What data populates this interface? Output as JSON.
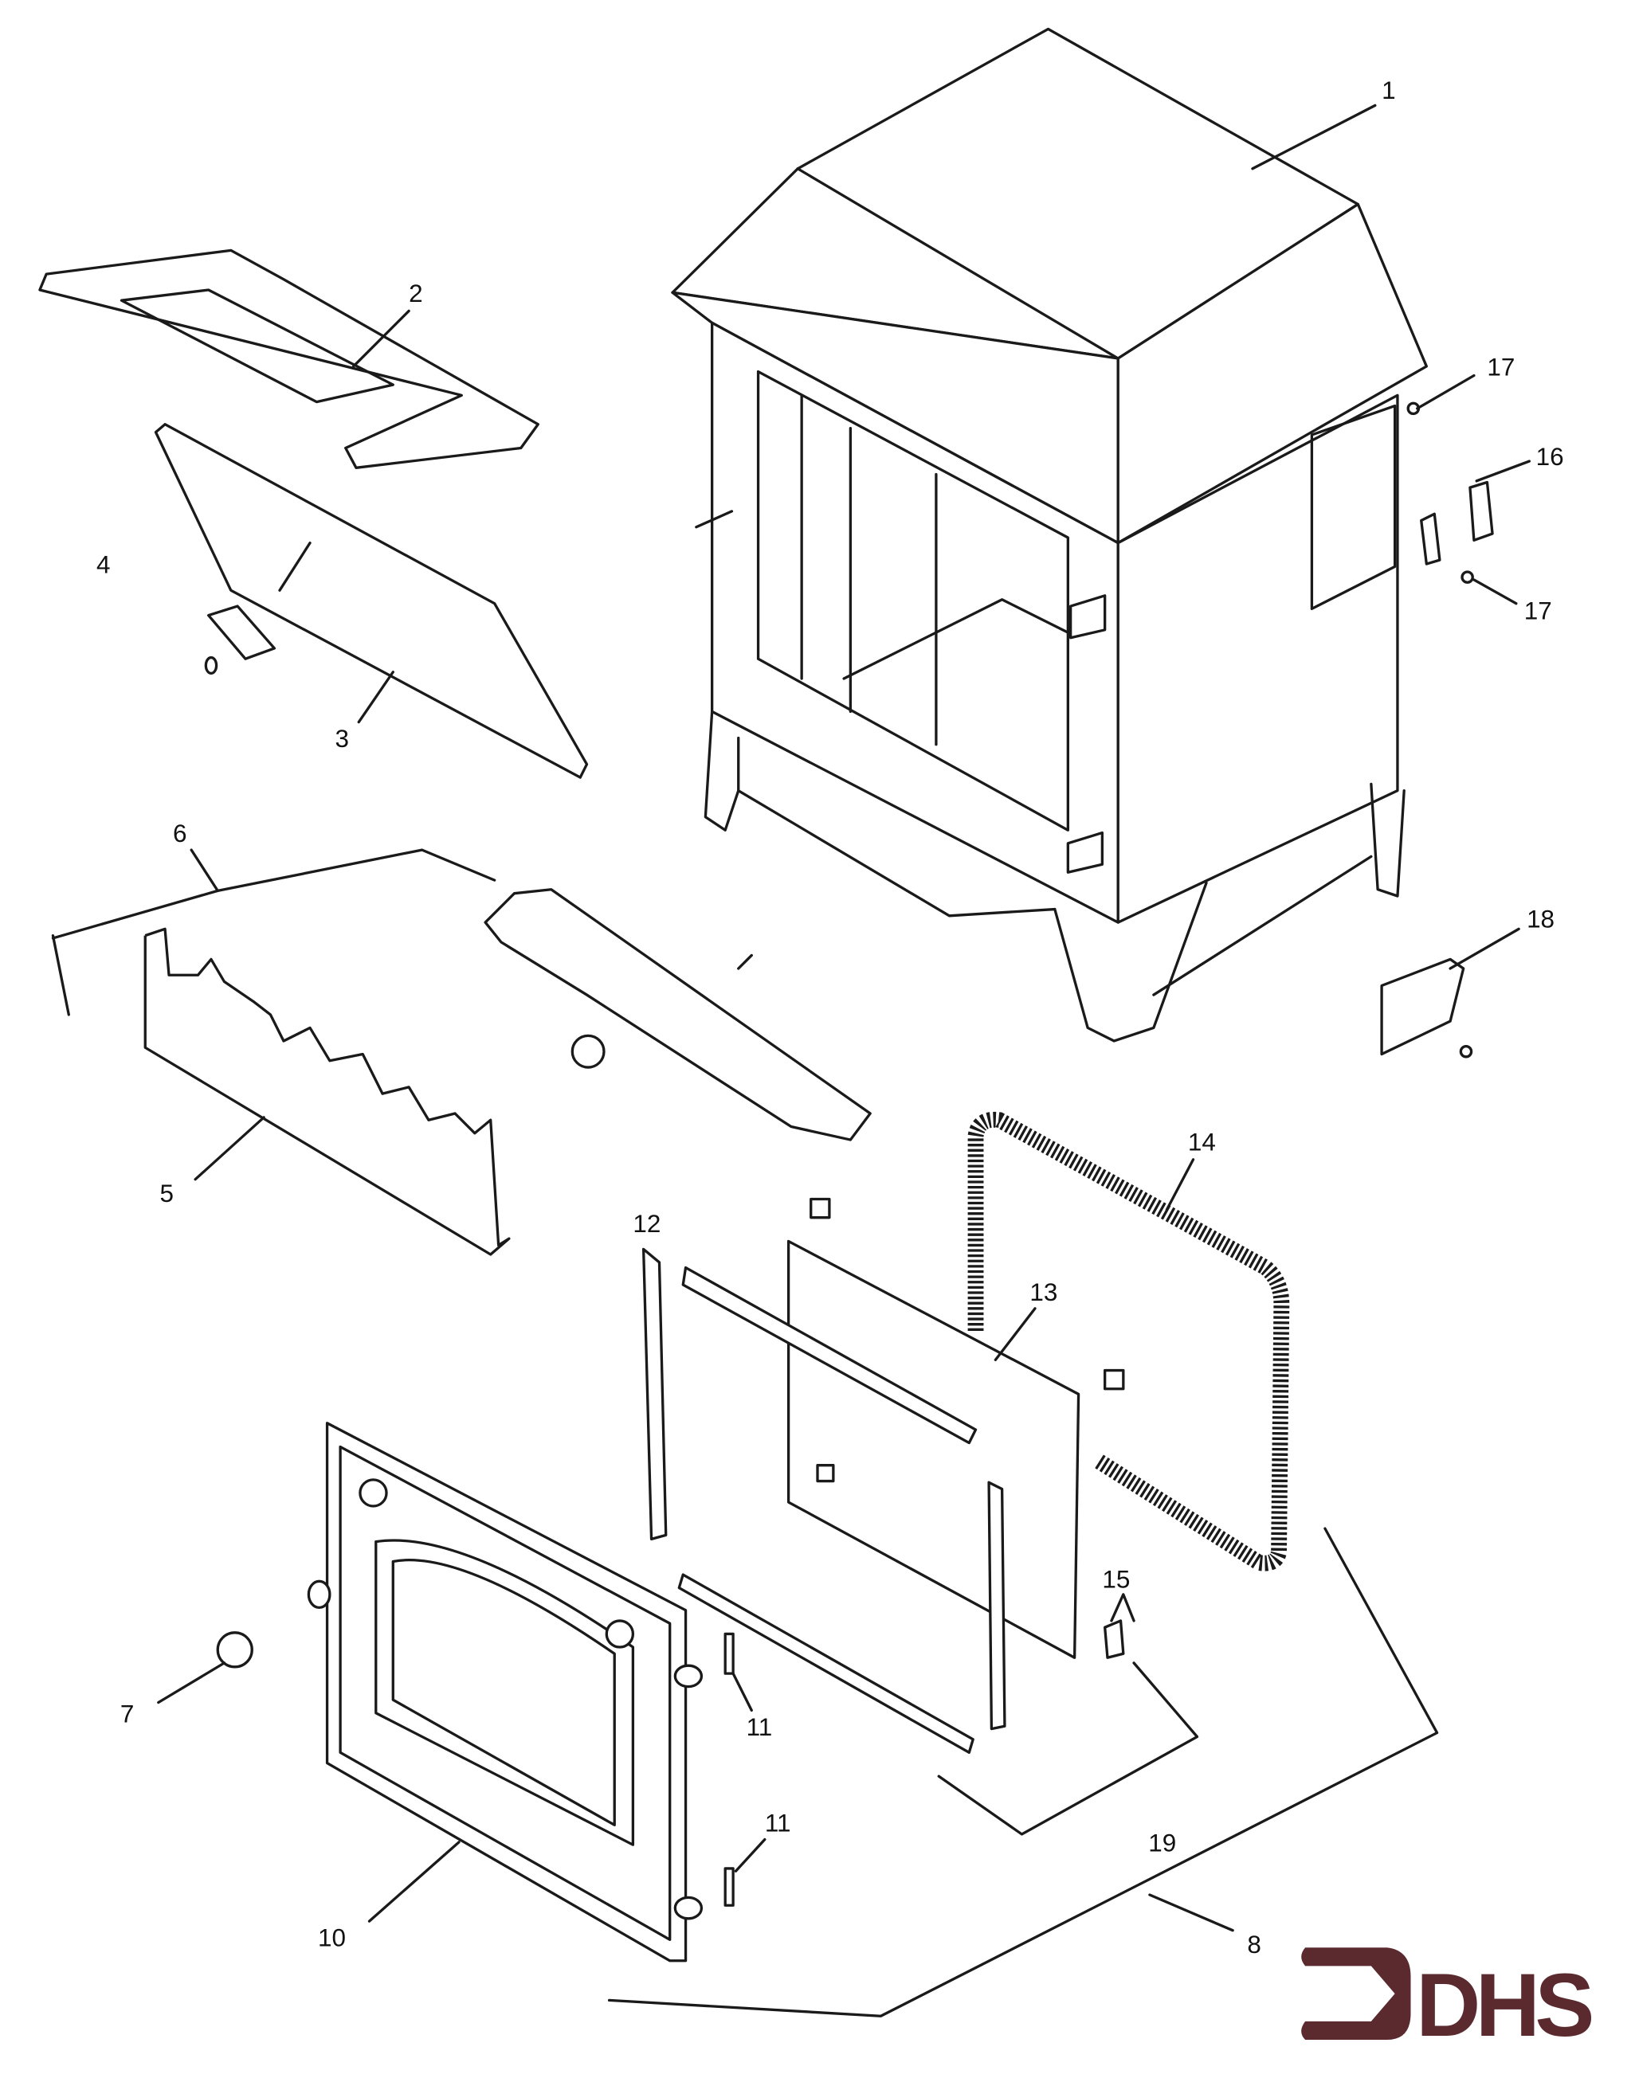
{
  "diagram": {
    "type": "exploded-parts-diagram",
    "callouts": [
      "1",
      "2",
      "3",
      "4",
      "5",
      "6",
      "7",
      "8",
      "10",
      "11",
      "11",
      "12",
      "13",
      "14",
      "15",
      "16",
      "17",
      "17",
      "18",
      "19"
    ]
  },
  "logo": {
    "text": "DHS",
    "color": "#5a2a2e"
  }
}
